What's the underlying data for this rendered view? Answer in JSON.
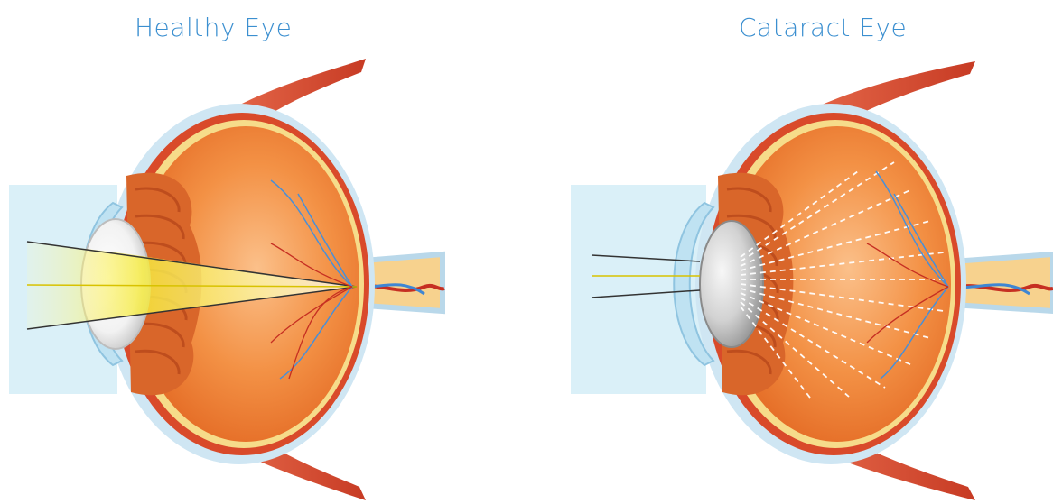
{
  "titles": {
    "left": "Healthy Eye",
    "right": "Cataract Eye"
  },
  "colors": {
    "title": "#3b8fd0",
    "background_light": "#daf0f8",
    "sclera_outer": "#cfe6f3",
    "choroid": "#d94a2a",
    "vitreous": "#f08a3c",
    "muscle": "#e0563a",
    "lens_clear": "#f4f4f4",
    "lens_cloudy": "#c9c9c9",
    "focus_beam": "#f6e234",
    "vein_blue": "#4a8fd6",
    "vein_red": "#c62f22"
  },
  "icons": [
    "eye-cross-section-illustration"
  ]
}
